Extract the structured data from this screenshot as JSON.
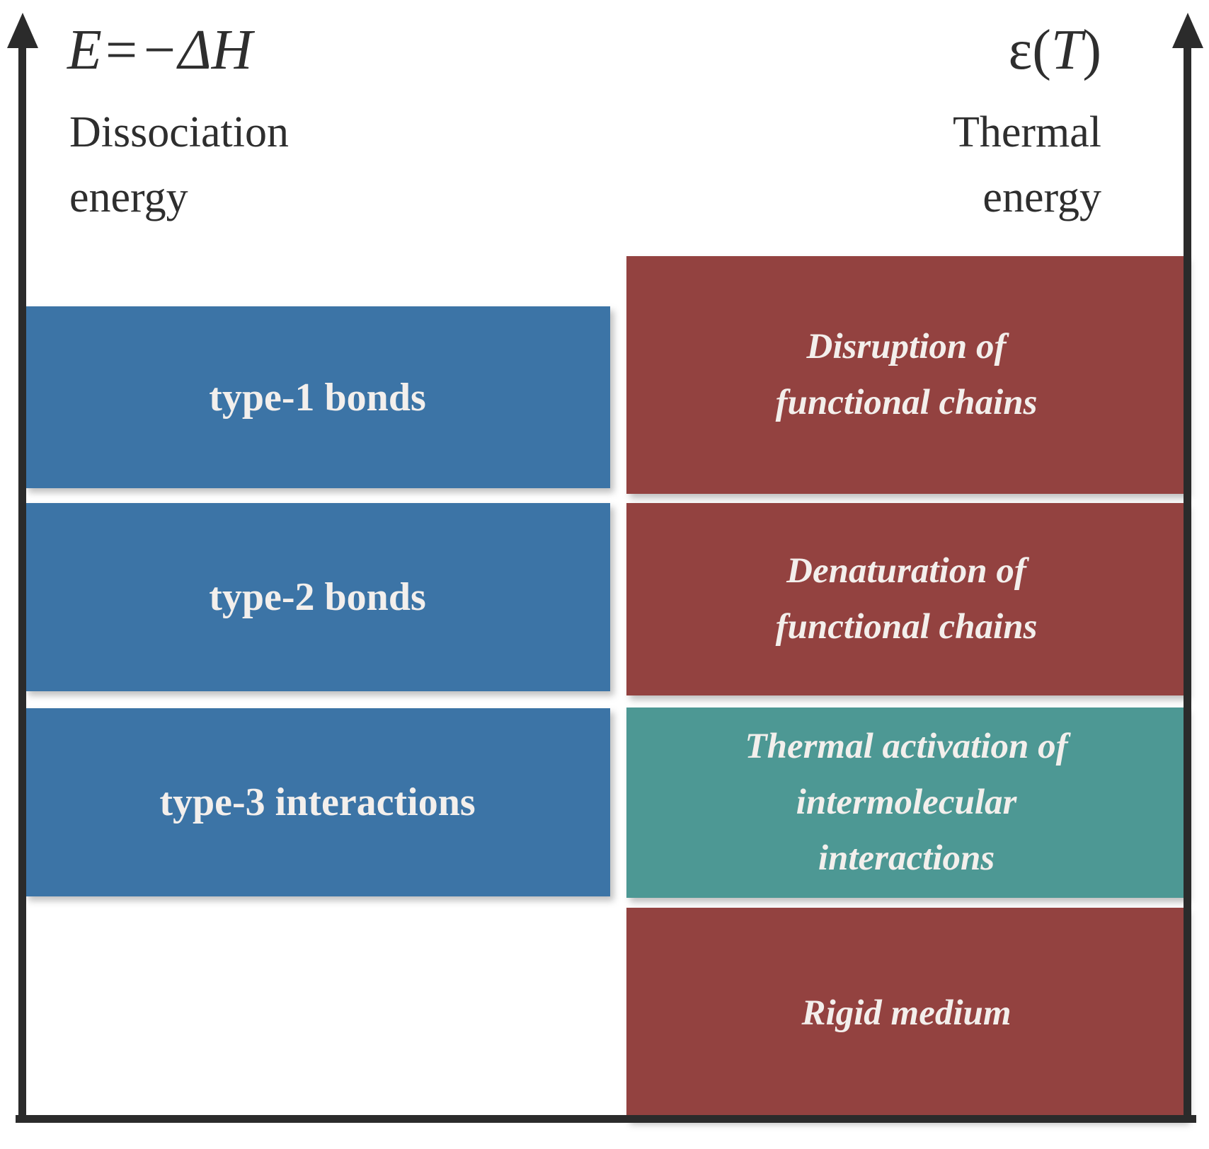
{
  "diagram": {
    "left_axis": {
      "formula": "E=−ΔH",
      "name_lines": [
        "Dissociation",
        "energy"
      ]
    },
    "right_axis": {
      "formula_pre": "ε(",
      "formula_var": "T",
      "formula_post": ")",
      "name_lines": [
        "Thermal",
        "energy"
      ]
    },
    "bond_boxes": [
      {
        "label": "type-1 bonds"
      },
      {
        "label": "type-2 bonds"
      },
      {
        "label": "type-3 interactions"
      }
    ],
    "process_boxes": [
      {
        "tone": "red",
        "lines": [
          "Disruption of",
          "functional chains"
        ]
      },
      {
        "tone": "red",
        "lines": [
          "Denaturation of",
          "functional chains"
        ]
      },
      {
        "tone": "teal",
        "lines": [
          "Thermal activation of",
          "intermolecular",
          "interactions"
        ]
      },
      {
        "tone": "red",
        "lines": [
          "Rigid medium"
        ]
      }
    ],
    "colors": {
      "blue": "#3c74a6",
      "red": "#934240",
      "teal": "#4d9894",
      "axis": "#2b2b2b",
      "ink": "#2e2e2e",
      "text_light": "#f3efec"
    }
  }
}
